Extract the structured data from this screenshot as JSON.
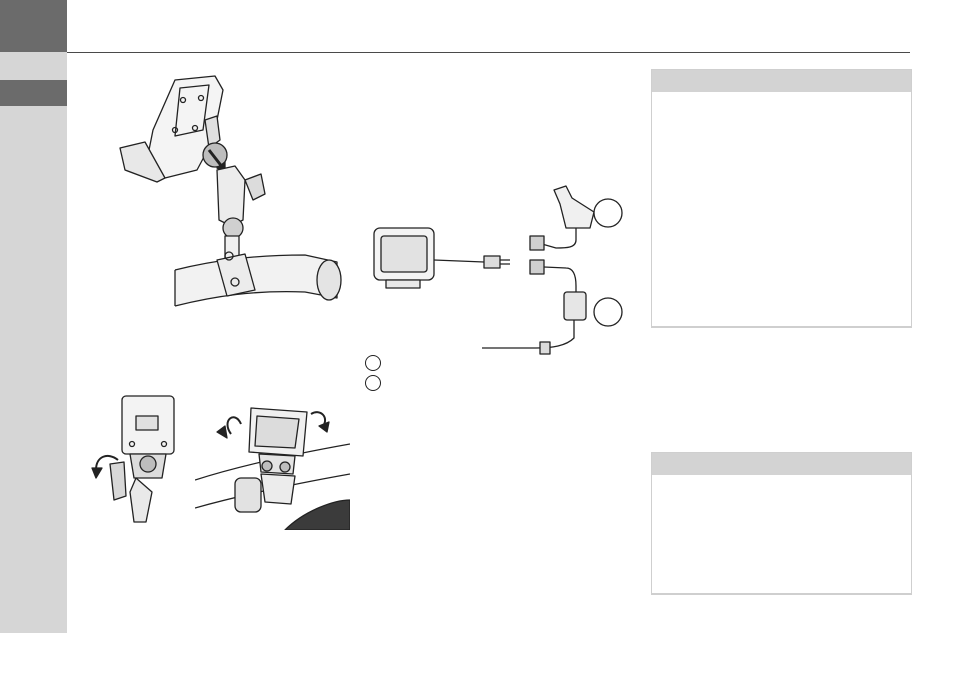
{
  "page": {
    "sidebar_color": "#d6d6d6",
    "tab_color": "#6b6b6b",
    "rule_color": "#4a4a4a"
  },
  "figures": {
    "cradle_mount": {
      "icon": "navigation-cradle-on-handlebar-mount"
    },
    "cradle_adjust": {
      "icon": "ball-joint-adjustment"
    },
    "device_rotate": {
      "icon": "device-rotation-on-handlebar"
    },
    "power_cable": {
      "icon": "power-cable-diagram"
    }
  },
  "notes": [
    {
      "id": "note-1",
      "head_color": "#d3d3d3"
    },
    {
      "id": "note-2",
      "head_color": "#d3d3d3"
    }
  ]
}
